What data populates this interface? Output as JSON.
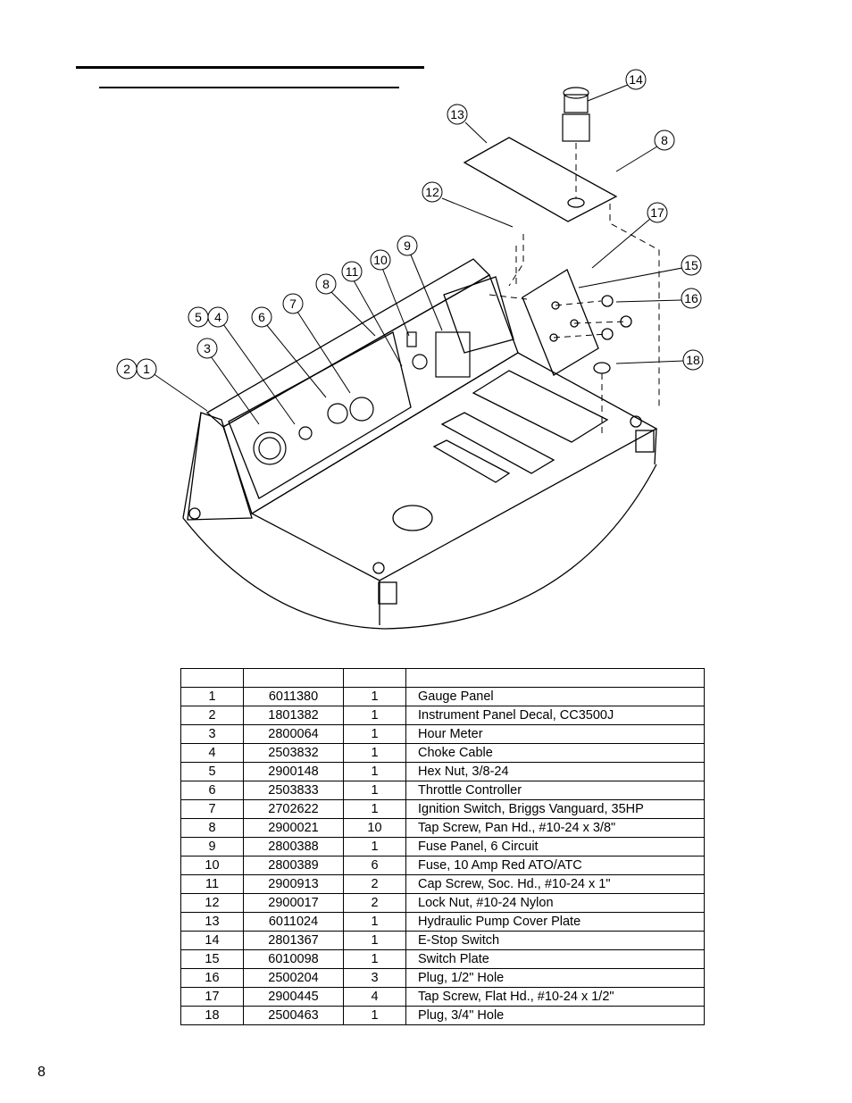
{
  "page_number": "8",
  "callouts": [
    "14",
    "13",
    "8",
    "12",
    "17",
    "15",
    "16",
    "18",
    "9",
    "10",
    "11",
    "8",
    "7",
    "6",
    "5",
    "4",
    "3",
    "2",
    "1"
  ],
  "table": {
    "headers": [
      "",
      "",
      "",
      ""
    ],
    "rows": [
      {
        "item": "1",
        "part": "6011380",
        "qty": "1",
        "desc": "Gauge Panel"
      },
      {
        "item": "2",
        "part": "1801382",
        "qty": "1",
        "desc": "Instrument Panel Decal, CC3500J"
      },
      {
        "item": "3",
        "part": "2800064",
        "qty": "1",
        "desc": "Hour Meter"
      },
      {
        "item": "4",
        "part": "2503832",
        "qty": "1",
        "desc": "Choke Cable"
      },
      {
        "item": "5",
        "part": "2900148",
        "qty": "1",
        "desc": "Hex Nut, 3/8-24"
      },
      {
        "item": "6",
        "part": "2503833",
        "qty": "1",
        "desc": "Throttle Controller"
      },
      {
        "item": "7",
        "part": "2702622",
        "qty": "1",
        "desc": "Ignition Switch, Briggs Vanguard, 35HP"
      },
      {
        "item": "8",
        "part": "2900021",
        "qty": "10",
        "desc": "Tap Screw, Pan Hd., #10-24 x 3/8\""
      },
      {
        "item": "9",
        "part": "2800388",
        "qty": "1",
        "desc": "Fuse Panel, 6 Circuit"
      },
      {
        "item": "10",
        "part": "2800389",
        "qty": "6",
        "desc": "Fuse, 10 Amp Red ATO/ATC"
      },
      {
        "item": "11",
        "part": "2900913",
        "qty": "2",
        "desc": "Cap Screw, Soc. Hd., #10-24 x 1\""
      },
      {
        "item": "12",
        "part": "2900017",
        "qty": "2",
        "desc": "Lock Nut, #10-24 Nylon"
      },
      {
        "item": "13",
        "part": "6011024",
        "qty": "1",
        "desc": "Hydraulic Pump Cover Plate"
      },
      {
        "item": "14",
        "part": "2801367",
        "qty": "1",
        "desc": "E-Stop Switch"
      },
      {
        "item": "15",
        "part": "6010098",
        "qty": "1",
        "desc": "Switch Plate"
      },
      {
        "item": "16",
        "part": "2500204",
        "qty": "3",
        "desc": "Plug, 1/2\" Hole"
      },
      {
        "item": "17",
        "part": "2900445",
        "qty": "4",
        "desc": "Tap Screw, Flat Hd., #10-24 x 1/2\""
      },
      {
        "item": "18",
        "part": "2500463",
        "qty": "1",
        "desc": "Plug, 3/4\" Hole"
      }
    ]
  }
}
